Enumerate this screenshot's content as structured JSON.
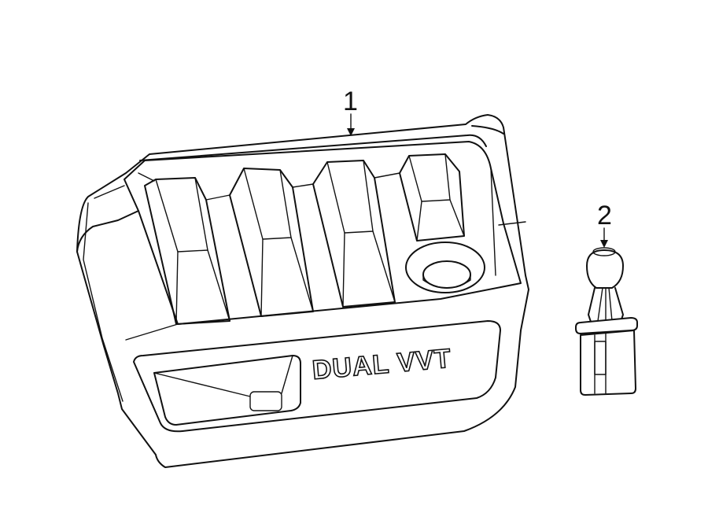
{
  "callouts": [
    {
      "number": "1",
      "part": "engine-cover"
    },
    {
      "number": "2",
      "part": "retainer-clip"
    }
  ],
  "emboss_text": "DUAL VVT",
  "colors": {
    "line": "#111111",
    "background": "#ffffff"
  }
}
